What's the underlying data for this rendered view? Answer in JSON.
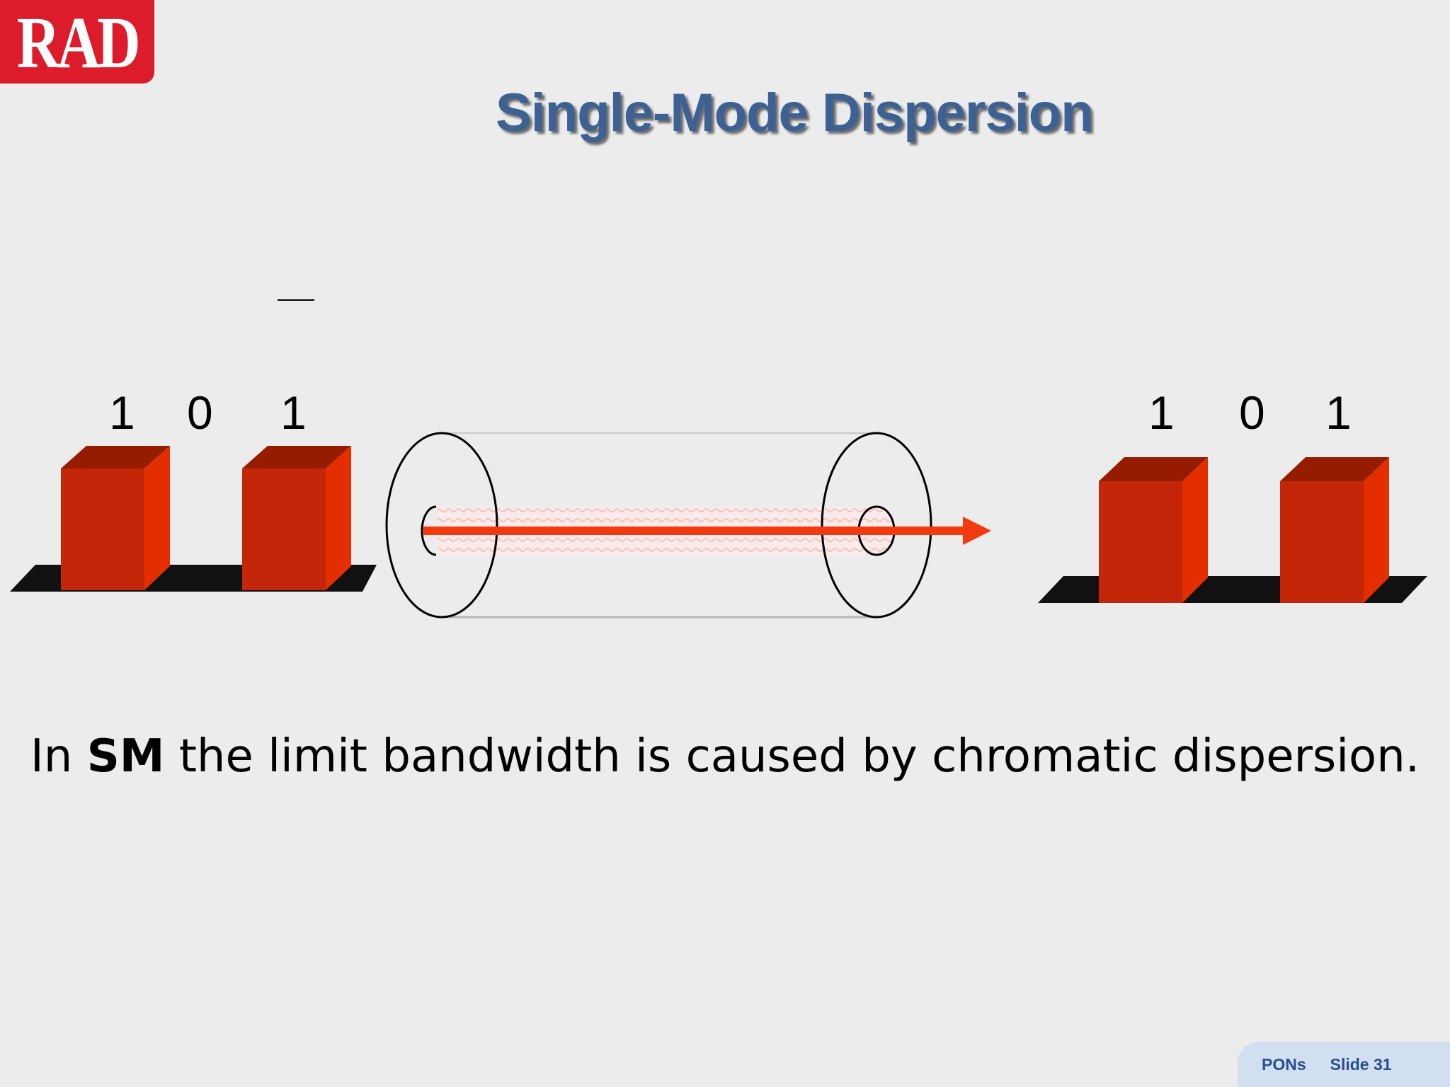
{
  "logo": {
    "text": "RAD"
  },
  "title": "Single-Mode Dispersion",
  "input_bits": [
    "1",
    "0",
    "1"
  ],
  "output_bits": [
    "1",
    "0",
    "1"
  ],
  "caption": {
    "prefix": "In ",
    "bold": "SM",
    "suffix": " the limit bandwidth is caused by chromatic dispersion."
  },
  "footer": {
    "section": "PONs",
    "slide": "Slide 31"
  },
  "colors": {
    "background": "#ececed",
    "title": "#3d6193",
    "logo": "#dc1c2a",
    "pulse_front": "#c4260a",
    "pulse_side": "#e42e00",
    "pulse_top": "#961c00",
    "beam": "#f23a10",
    "footer_bg": "#d2dff0",
    "footer_text": "#27508f"
  }
}
